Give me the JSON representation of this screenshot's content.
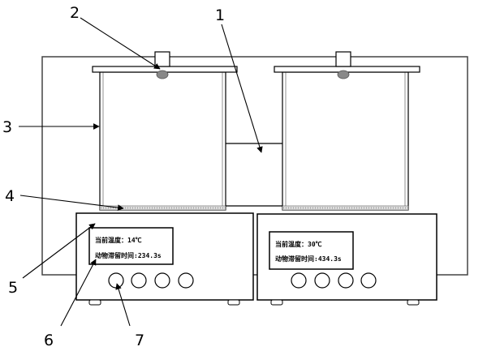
{
  "callouts": [
    {
      "id": "1",
      "text": "1"
    },
    {
      "id": "2",
      "text": "2"
    },
    {
      "id": "3",
      "text": "3"
    },
    {
      "id": "4",
      "text": "4"
    },
    {
      "id": "5",
      "text": "5"
    },
    {
      "id": "6",
      "text": "6"
    },
    {
      "id": "7",
      "text": "7"
    }
  ],
  "left_display": {
    "line1": "当前温度：14℃",
    "line2": "动物滞留时间:234.3s"
  },
  "right_display": {
    "line1": "当前温度：30℃",
    "line2": "动物滞留时间:434.3s"
  },
  "colors": {
    "stroke": "#000000",
    "frame": "#444444",
    "sensor": "#888888",
    "floor": "#bbbbbb"
  }
}
